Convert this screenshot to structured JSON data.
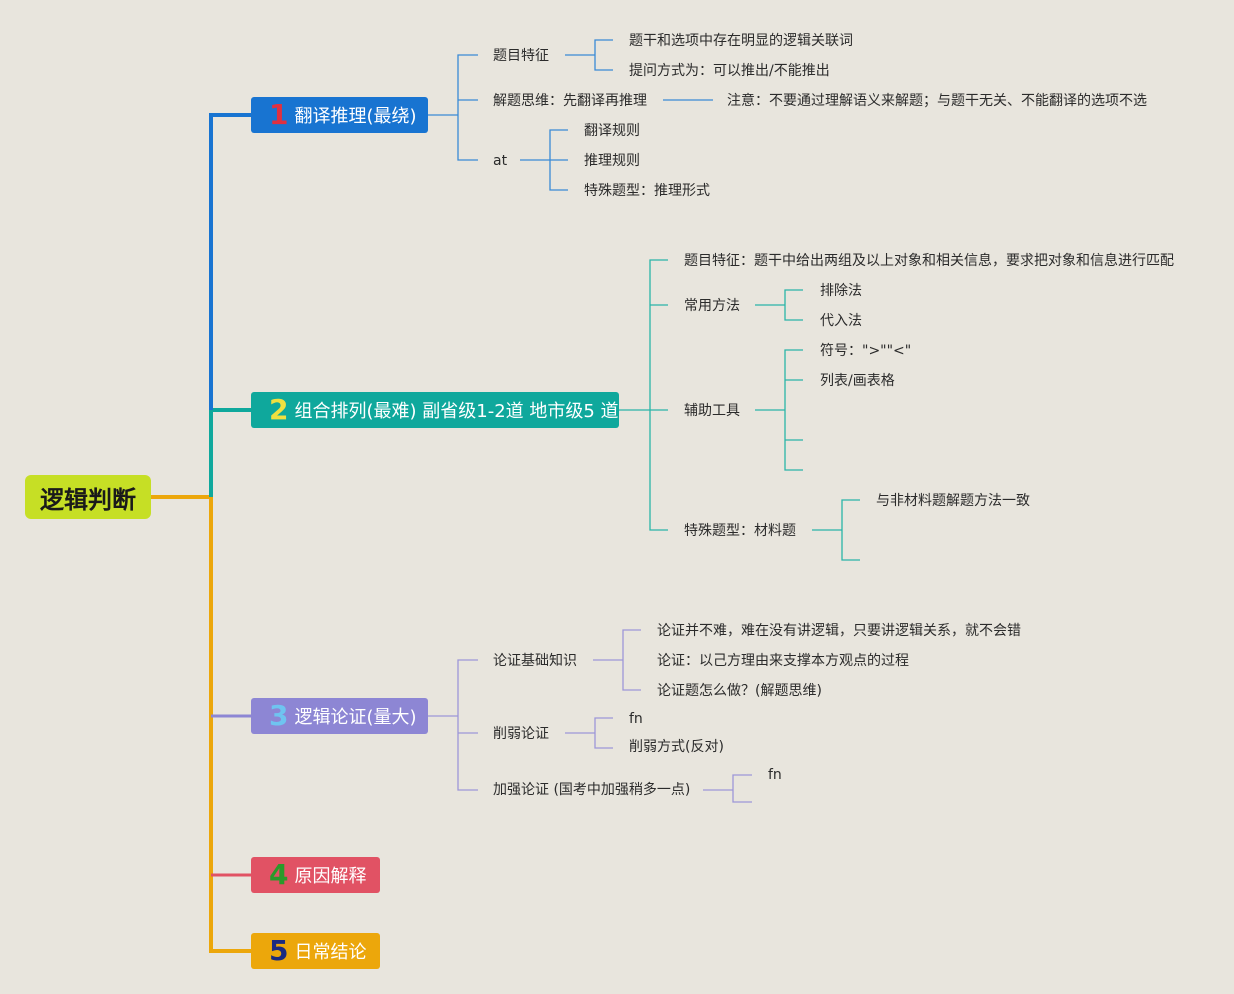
{
  "root": {
    "label": "逻辑判断"
  },
  "colors": {
    "background": "#e8e5dd",
    "root": "#c6df25",
    "branch1": "#1874d1",
    "branch2": "#0fa89c",
    "branch3": "#8d86d4",
    "branch4": "#e15264",
    "branch5": "#eca70b"
  },
  "branches": [
    {
      "num": "1",
      "label": "翻译推理(最绕)",
      "num_color": "#e03040",
      "children": [
        {
          "label": "题目特征",
          "children": [
            "题干和选项中存在明显的逻辑关联词",
            "提问方式为：可以推出/不能推出"
          ]
        },
        {
          "label": "解题思维：先翻译再推理",
          "children": [
            "注意：不要通过理解语义来解题；与题干无关、不能翻译的选项不选"
          ]
        },
        {
          "label": "at",
          "children": [
            "翻译规则",
            "推理规则",
            "特殊题型：推理形式"
          ]
        }
      ]
    },
    {
      "num": "2",
      "label": "组合排列(最难) 副省级1-2道 地市级5 道",
      "num_color": "#f0e040",
      "children": [
        {
          "label": "题目特征：题干中给出两组及以上对象和相关信息，要求把对象和信息进行匹配"
        },
        {
          "label": "常用方法",
          "children": [
            "排除法",
            "代入法"
          ]
        },
        {
          "label": "辅助工具",
          "children": [
            "符号：\">\"\"<\"",
            "列表/画表格"
          ]
        },
        {
          "label": "特殊题型：材料题",
          "children": [
            "与非材料题解题方法一致"
          ]
        }
      ]
    },
    {
      "num": "3",
      "label": "逻辑论证(量大)",
      "num_color": "#6fc4f0",
      "children": [
        {
          "label": "论证基础知识",
          "children": [
            "论证并不难，难在没有讲逻辑，只要讲逻辑关系，就不会错",
            "论证：以己方理由来支撑本方观点的过程",
            "论证题怎么做？(解题思维)"
          ]
        },
        {
          "label": "削弱论证",
          "children": [
            "fn",
            "削弱方式(反对)"
          ]
        },
        {
          "label": "加强论证 (国考中加强稍多一点)",
          "children": [
            "fn"
          ]
        }
      ]
    },
    {
      "num": "4",
      "label": "原因解释",
      "num_color": "#2a9a2a",
      "children": []
    },
    {
      "num": "5",
      "label": "日常结论",
      "num_color": "#1a2a80",
      "children": []
    }
  ]
}
